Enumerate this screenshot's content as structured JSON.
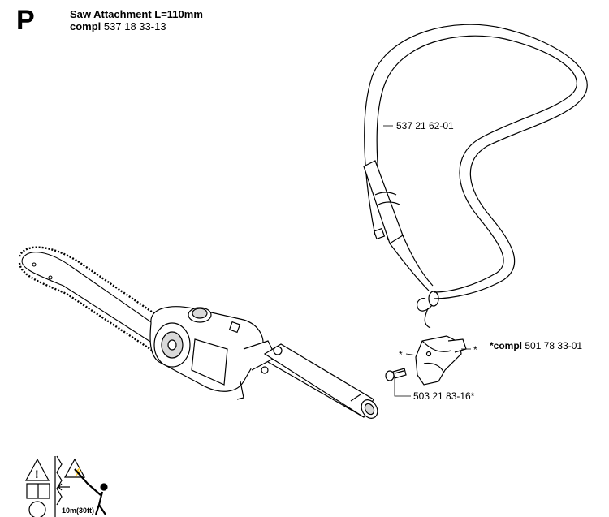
{
  "section_letter": "P",
  "header": {
    "title": "Saw Attachment L=110mm",
    "compl_word": "compl",
    "compl_number": "537 18 33-13"
  },
  "callouts": {
    "strap": "537 21 62-01",
    "bracket_star_left": "*",
    "bracket_star_right": "*",
    "bracket_compl_word": "*compl",
    "bracket_compl_number": "501 78 33-01",
    "screw": "503 21 83-16*"
  },
  "warning": {
    "distance": "10m(30ft)"
  },
  "colors": {
    "line": "#000000",
    "paper": "#ffffff",
    "shade": "#d9d9d9"
  }
}
